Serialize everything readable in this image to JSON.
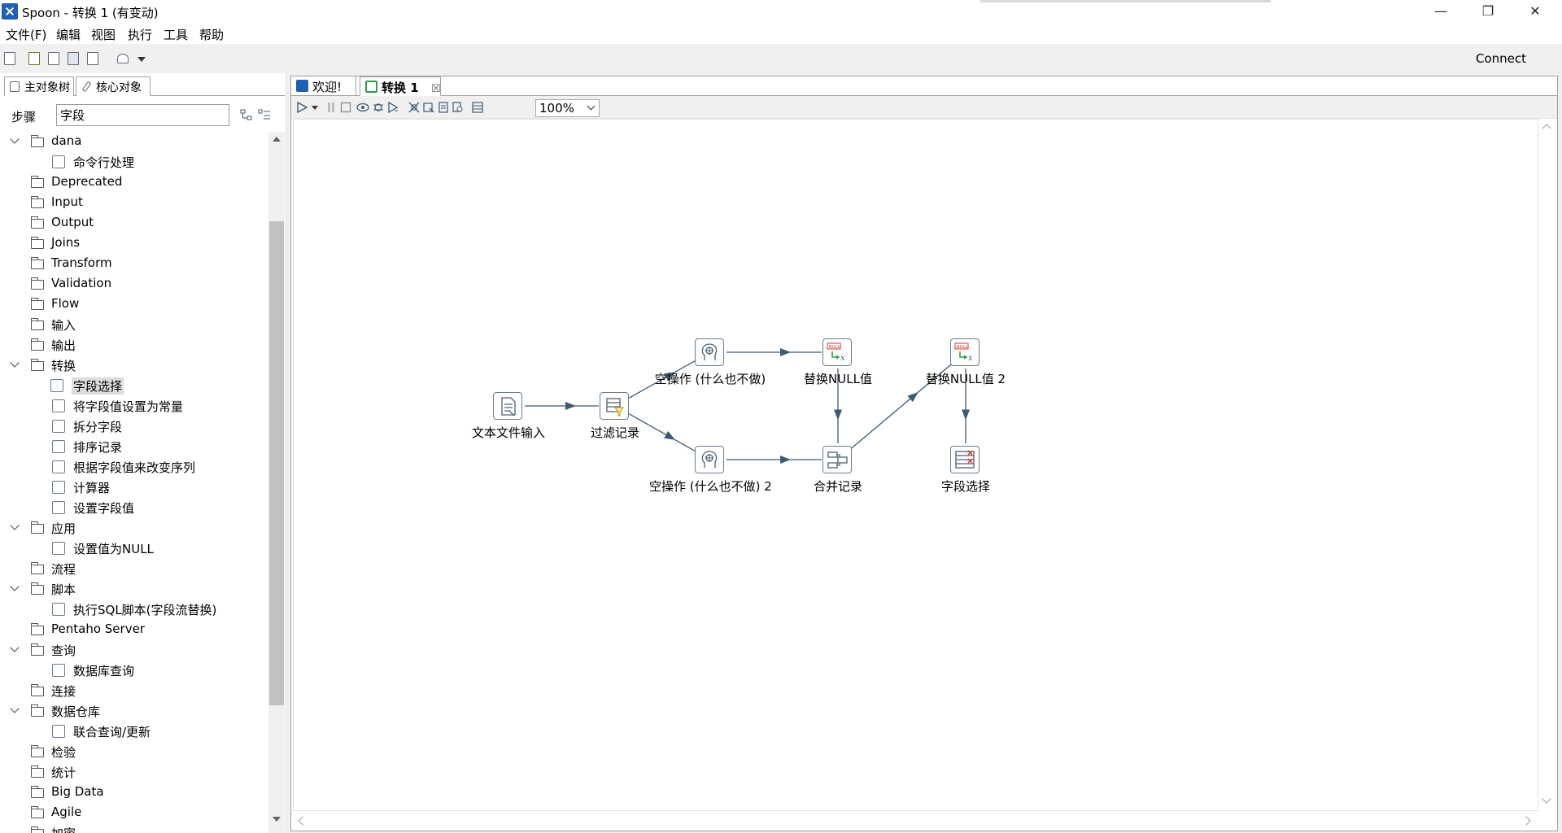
{
  "window": {
    "title": "Spoon - 转换 1 (有变动)",
    "minimize": "—",
    "maximize": "❐",
    "close": "✕"
  },
  "menu": [
    "文件(F)",
    "编辑",
    "视图",
    "执行",
    "工具",
    "帮助"
  ],
  "toolbar": {
    "connect": "Connect"
  },
  "left_tabs": [
    "主对象树",
    "核心对象"
  ],
  "search": {
    "label": "步骤",
    "value": "字段"
  },
  "tree": [
    {
      "kind": "folder",
      "label": "dana",
      "expanded": true
    },
    {
      "kind": "leaf",
      "label": "命令行处理"
    },
    {
      "kind": "folder",
      "label": "Deprecated",
      "expanded": false
    },
    {
      "kind": "folder",
      "label": "Input",
      "expanded": false
    },
    {
      "kind": "folder",
      "label": "Output",
      "expanded": false
    },
    {
      "kind": "folder",
      "label": "Joins",
      "expanded": false
    },
    {
      "kind": "folder",
      "label": "Transform",
      "expanded": false
    },
    {
      "kind": "folder",
      "label": "Validation",
      "expanded": false
    },
    {
      "kind": "folder",
      "label": "Flow",
      "expanded": false
    },
    {
      "kind": "folder",
      "label": "输入",
      "expanded": false
    },
    {
      "kind": "folder",
      "label": "输出",
      "expanded": false
    },
    {
      "kind": "folder",
      "label": "转换",
      "expanded": true
    },
    {
      "kind": "leaf",
      "label": "字段选择",
      "selected": true
    },
    {
      "kind": "leaf",
      "label": "将字段值设置为常量"
    },
    {
      "kind": "leaf",
      "label": "拆分字段"
    },
    {
      "kind": "leaf",
      "label": "排序记录"
    },
    {
      "kind": "leaf",
      "label": "根据字段值来改变序列"
    },
    {
      "kind": "leaf",
      "label": "计算器"
    },
    {
      "kind": "leaf",
      "label": "设置字段值"
    },
    {
      "kind": "folder",
      "label": "应用",
      "expanded": true
    },
    {
      "kind": "leaf",
      "label": "设置值为NULL"
    },
    {
      "kind": "folder",
      "label": "流程",
      "expanded": false
    },
    {
      "kind": "folder",
      "label": "脚本",
      "expanded": true
    },
    {
      "kind": "leaf",
      "label": "执行SQL脚本(字段流替换)"
    },
    {
      "kind": "folder",
      "label": "Pentaho Server",
      "expanded": false
    },
    {
      "kind": "folder",
      "label": "查询",
      "expanded": true
    },
    {
      "kind": "leaf",
      "label": "数据库查询"
    },
    {
      "kind": "folder",
      "label": "连接",
      "expanded": false
    },
    {
      "kind": "folder",
      "label": "数据仓库",
      "expanded": true
    },
    {
      "kind": "leaf",
      "label": "联合查询/更新"
    },
    {
      "kind": "folder",
      "label": "检验",
      "expanded": false
    },
    {
      "kind": "folder",
      "label": "统计",
      "expanded": false
    },
    {
      "kind": "folder",
      "label": "Big Data",
      "expanded": false
    },
    {
      "kind": "folder",
      "label": "Agile",
      "expanded": false
    },
    {
      "kind": "folder",
      "label": "加密",
      "expanded": false
    }
  ],
  "editor_tabs": {
    "welcome": "欢迎!",
    "transform": "转换 1",
    "close": "☒"
  },
  "zoom": "100%",
  "steps": [
    {
      "id": "text_input",
      "label": "文本文件输入",
      "icon": "text-file-input-icon"
    },
    {
      "id": "filter",
      "label": "过滤记录",
      "icon": "filter-rows-icon"
    },
    {
      "id": "dummy1",
      "label": "空操作 (什么也不做)",
      "icon": "dummy-icon"
    },
    {
      "id": "dummy2",
      "label": "空操作 (什么也不做) 2",
      "icon": "dummy-icon"
    },
    {
      "id": "ifnull1",
      "label": "替换NULL值",
      "icon": "if-null-icon"
    },
    {
      "id": "merge",
      "label": "合并记录",
      "icon": "merge-rows-icon"
    },
    {
      "id": "ifnull2",
      "label": "替换NULL值 2",
      "icon": "if-null-icon"
    },
    {
      "id": "select",
      "label": "字段选择",
      "icon": "select-values-icon"
    }
  ],
  "hops": [
    [
      "text_input",
      "filter"
    ],
    [
      "filter",
      "dummy1"
    ],
    [
      "filter",
      "dummy2"
    ],
    [
      "dummy1",
      "ifnull1"
    ],
    [
      "dummy2",
      "merge"
    ],
    [
      "ifnull1",
      "merge"
    ],
    [
      "merge",
      "ifnull2"
    ],
    [
      "ifnull2",
      "select"
    ]
  ],
  "colors": {
    "hop": "#3d5a73",
    "accent": "#1f5fb4",
    "selection": "#dcdcdc"
  }
}
